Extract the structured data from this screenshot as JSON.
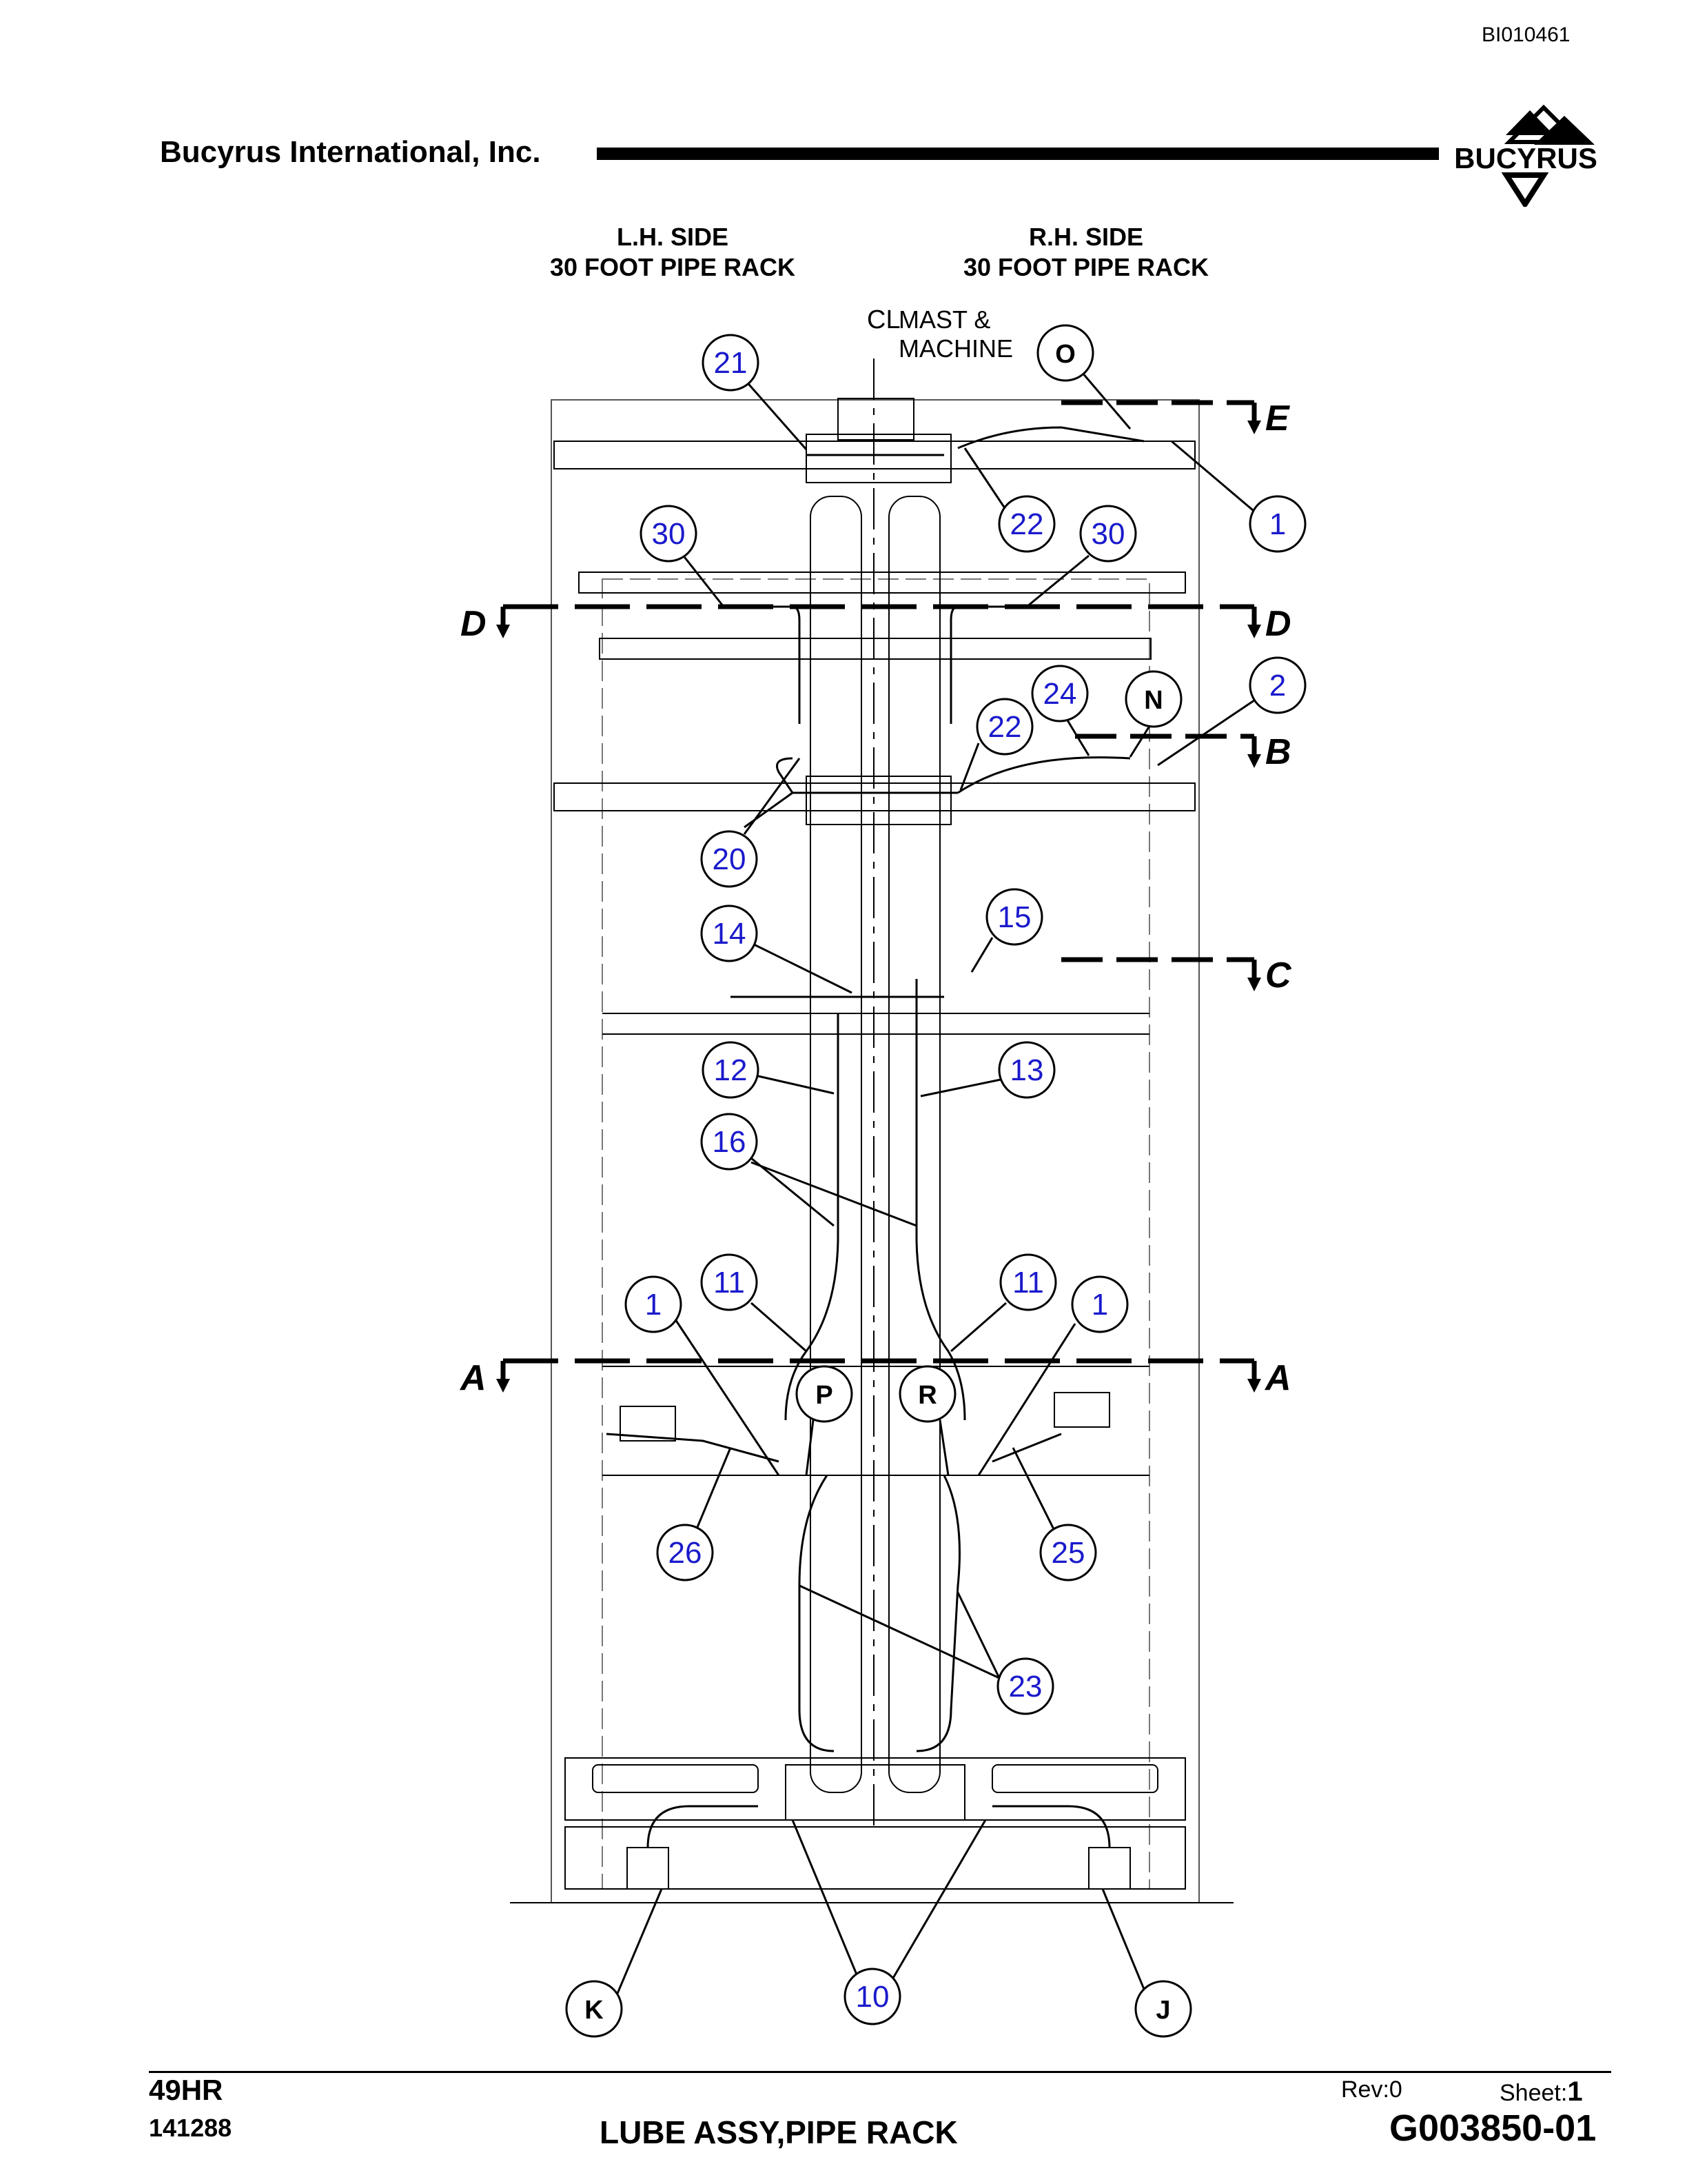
{
  "header": {
    "doc_id": "BI010461",
    "company": "Bucyrus International, Inc.",
    "logo_text": "BUCYRUS"
  },
  "columns": {
    "lh_line1": "L.H. SIDE",
    "lh_line2": "30 FOOT PIPE RACK",
    "rh_line1": "R.H. SIDE",
    "rh_line2": "30 FOOT PIPE RACK"
  },
  "centerline": {
    "symbol": "CL",
    "line1": "MAST &",
    "line2": "MACHINE"
  },
  "sections": {
    "E": "E",
    "D": "D",
    "B": "B",
    "C": "C",
    "A": "A"
  },
  "balloons": {
    "b21": "21",
    "bO": "O",
    "b1a": "1",
    "b22a": "22",
    "b30a": "30",
    "b30b": "30",
    "b24": "24",
    "bN": "N",
    "b2": "2",
    "b22b": "22",
    "b20": "20",
    "b14": "14",
    "b15": "15",
    "b12": "12",
    "b13": "13",
    "b16": "16",
    "b11a": "11",
    "b11b": "11",
    "b1b": "1",
    "b1c": "1",
    "bP": "P",
    "bR": "R",
    "b26": "26",
    "b25": "25",
    "b23": "23",
    "bK": "K",
    "b10": "10",
    "bJ": "J"
  },
  "colors": {
    "callout_number": "#1a1acc",
    "callout_letter": "#000000",
    "line": "#000000"
  },
  "footer": {
    "model": "49HR",
    "serial": "141288",
    "title": "LUBE ASSY,PIPE RACK",
    "rev": "Rev:0",
    "sheet_label": "Sheet:",
    "sheet_number": "1",
    "drawing_number": "G003850-01"
  }
}
